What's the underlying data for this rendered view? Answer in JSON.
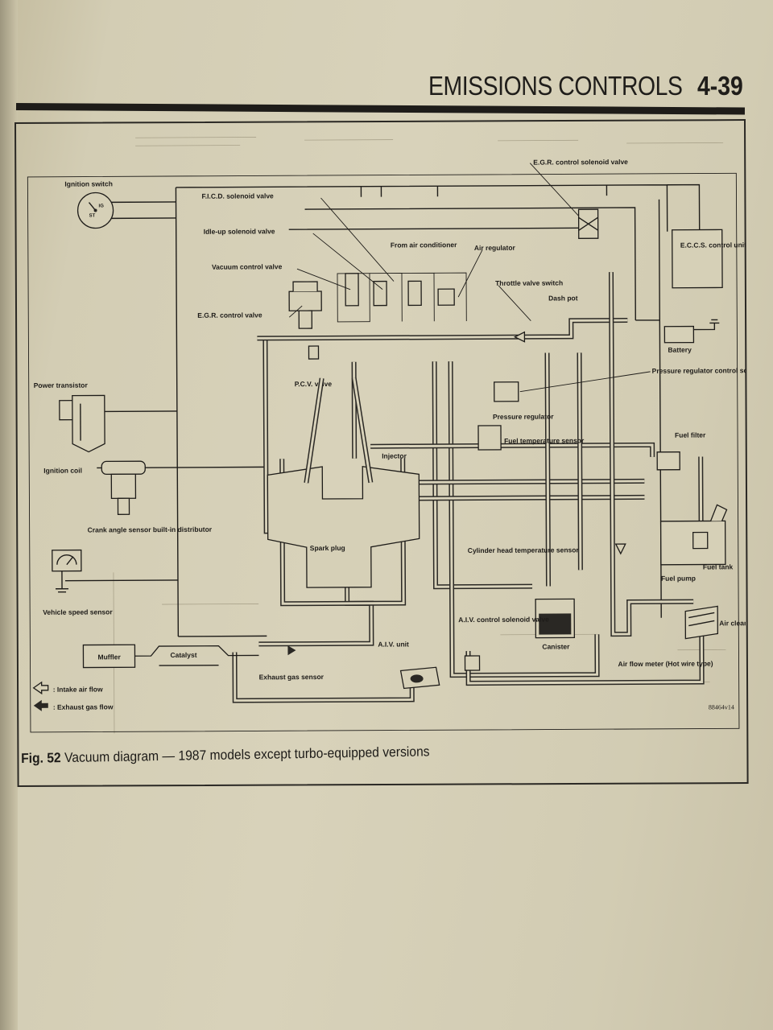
{
  "header": {
    "section_title": "EMISSIONS CONTROLS",
    "page_number": "4-39"
  },
  "figure": {
    "caption_prefix": "Fig. 52",
    "caption_text": "Vacuum diagram — 1987 models except turbo-equipped versions",
    "code": "88464v14",
    "labels": {
      "ignition_switch": "Ignition switch",
      "ig": "IG",
      "st": "ST",
      "ficd": "F.I.C.D. solenoid valve",
      "idle_up": "Idle-up solenoid valve",
      "vacuum_control": "Vacuum control valve",
      "egr_control_valve": "E.G.R. control valve",
      "from_air_conditioner": "From air conditioner",
      "air_regulator": "Air regulator",
      "throttle_valve_switch": "Throttle valve switch",
      "dash_pot": "Dash pot",
      "egr_solenoid": "E.G.R. control solenoid valve",
      "eccs": "E.C.C.S. control unit",
      "battery": "Battery",
      "pressure_regulator_solenoid": "Pressure regulator control solenoid valve",
      "pcv": "P.C.V. valve",
      "power_transistor": "Power transistor",
      "pressure_regulator": "Pressure regulator",
      "fuel_temp_sensor": "Fuel temperature sensor",
      "fuel_filter": "Fuel filter",
      "injector": "Injector",
      "ignition_coil": "Ignition coil",
      "crank_angle": "Crank angle sensor built-in distributor",
      "spark_plug": "Spark plug",
      "cyl_head_temp": "Cylinder head temperature sensor",
      "fuel_tank": "Fuel tank",
      "fuel_pump": "Fuel pump",
      "vehicle_speed": "Vehicle speed sensor",
      "aiv_control": "A.I.V. control solenoid valve",
      "canister": "Canister",
      "air_cleaner": "Air cleaner",
      "muffler": "Muffler",
      "catalyst": "Catalyst",
      "aiv_unit": "A.I.V. unit",
      "air_flow_meter": "Air flow meter (Hot wire type)",
      "exhaust_gas_sensor": "Exhaust gas sensor",
      "legend_intake": ": Intake air flow",
      "legend_exhaust": ": Exhaust gas flow"
    }
  }
}
